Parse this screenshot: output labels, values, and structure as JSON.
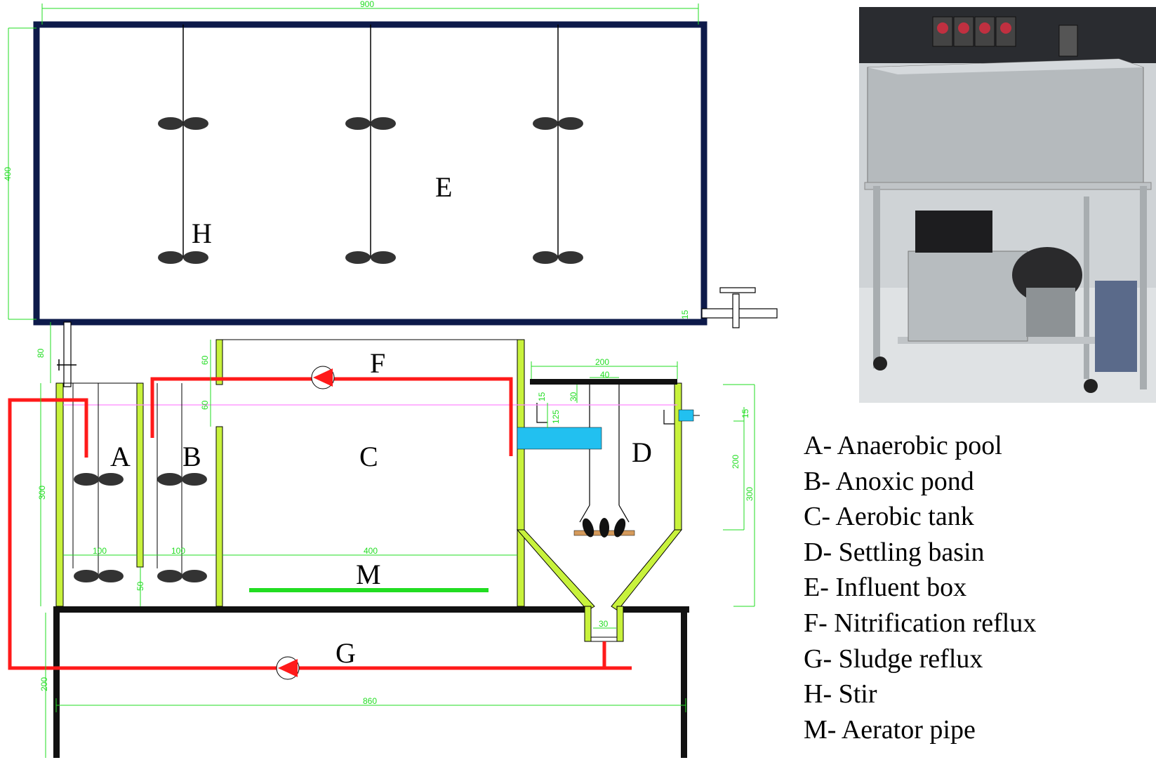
{
  "labels": {
    "A": "A",
    "B": "B",
    "C": "C",
    "D": "D",
    "E": "E",
    "F": "F",
    "G": "G",
    "H": "H",
    "M": "M"
  },
  "dimensions": {
    "top_width": "900",
    "top_height": "400",
    "pipe_15": "15",
    "left_80": "80",
    "left_60a": "60",
    "left_60b": "60",
    "tank_300": "300",
    "baffle_50": "50",
    "width_A": "100",
    "width_B": "100",
    "width_C": "400",
    "settler_200": "200",
    "settler_40": "40",
    "settler_30": "30",
    "settler_15": "15",
    "settler_125": "125",
    "right_15": "15",
    "right_200": "200",
    "right_300": "300",
    "hopper_30": "30",
    "stand_200": "200",
    "base_860": "860"
  },
  "legend": [
    "A- Anaerobic pool",
    "B- Anoxic pond",
    "C- Aerobic tank",
    "D- Settling basin",
    "E- Influent box",
    "F- Nitrification reflux",
    "G- Sludge reflux",
    "H- Stir",
    "M- Aerator pipe"
  ],
  "colors": {
    "frame": "#0d1a4a",
    "tank_wall": "#c8f23c",
    "reflux_pipe": "#ff1a1a",
    "aerator": "#22dd22",
    "water_line": "#ff88ff",
    "outlet": "#22c0f0",
    "dimension": "#22dd22",
    "stand": "#111111"
  },
  "icons": {
    "pump": "pump-icon",
    "impeller": "impeller-icon",
    "photo": "reactor-photo"
  }
}
